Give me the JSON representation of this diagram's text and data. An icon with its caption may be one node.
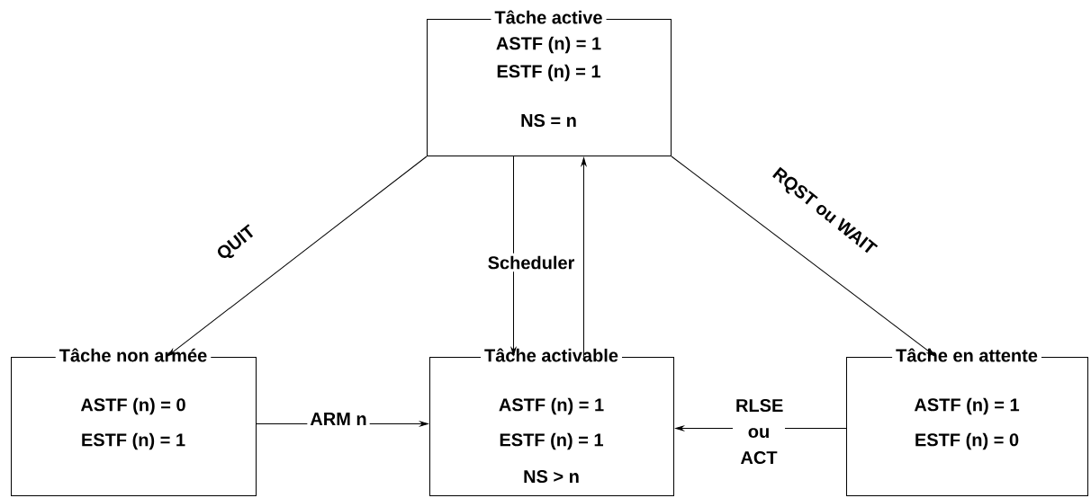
{
  "diagram": {
    "nodes": [
      {
        "text": [
          "Tâche active",
          "ASTF (n) = 1",
          "ESTF (n) = 1",
          "NS = n"
        ]
      },
      {
        "text": [
          "Tâche non armée",
          "ASTF (n) = 0",
          "ESTF (n) = 1"
        ]
      },
      {
        "text": [
          "Tâche activable",
          "ASTF (n) = 1",
          "ESTF (n) = 1",
          "NS > n"
        ]
      },
      {
        "text": [
          "Tâche en attente",
          "ASTF (n) = 1",
          "ESTF (n) = 0"
        ]
      }
    ],
    "edges": [
      {
        "from": 0,
        "to": 1,
        "arrow": "to",
        "label": "QUIT"
      },
      {
        "from": 0,
        "to": 3,
        "arrow": "to",
        "label": "RQST ou WAIT"
      },
      {
        "from": 0,
        "to": 2,
        "arrow": "to",
        "label": "Scheduler"
      },
      {
        "from": 2,
        "to": 0,
        "arrow": "to"
      },
      {
        "from": 1,
        "to": 2,
        "arrow": "to",
        "label": "ARM n"
      },
      {
        "from": 3,
        "to": 2,
        "arrow": "to",
        "label": "RLSE ou ACT"
      }
    ]
  }
}
